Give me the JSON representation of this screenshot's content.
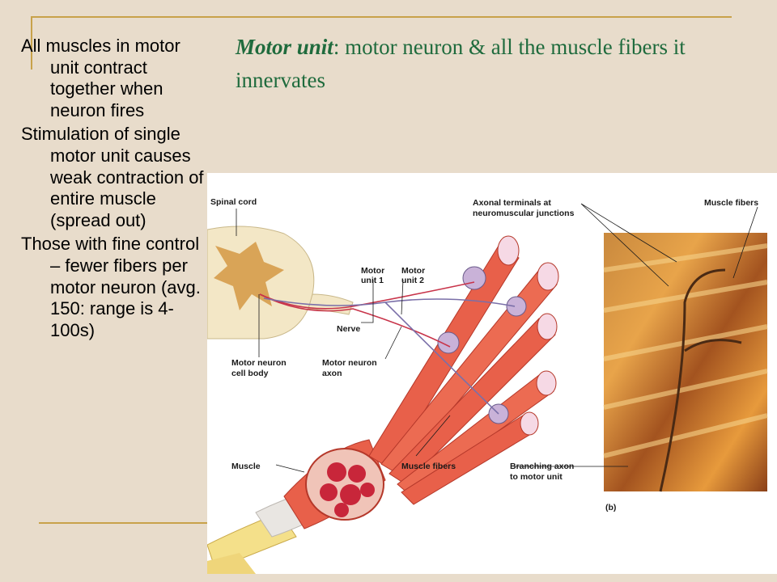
{
  "title": {
    "term": "Motor unit",
    "definition": ": motor neuron & all the muscle fibers it innervates"
  },
  "bullets": [
    "All muscles in motor unit contract together when neuron fires",
    "Stimulation of single motor unit causes weak contraction of entire muscle (spread out)",
    "Those with fine control – fewer fibers per motor neuron (avg. 150: range is 4-100s)"
  ],
  "figure": {
    "labels": {
      "spinal_cord": "Spinal cord",
      "axonal_terminals_1": "Axonal terminals at",
      "axonal_terminals_2": "neuromuscular junctions",
      "muscle_fibers_photo": "Muscle fibers",
      "motor_unit_1_a": "Motor",
      "motor_unit_1_b": "unit 1",
      "motor_unit_2_a": "Motor",
      "motor_unit_2_b": "unit 2",
      "nerve": "Nerve",
      "cell_body_1": "Motor neuron",
      "cell_body_2": "cell body",
      "axon_1": "Motor neuron",
      "axon_2": "axon",
      "muscle": "Muscle",
      "muscle_fibers": "Muscle fibers",
      "branching_1": "Branching axon",
      "branching_2": "to motor unit",
      "panel": "(b)"
    },
    "colors": {
      "muscle": "#e8604a",
      "spinal_gray": "#d9a457",
      "tendon": "#f4e08a",
      "axon_unit1": "#c8344a",
      "axon_unit2": "#7a6fa8"
    }
  }
}
